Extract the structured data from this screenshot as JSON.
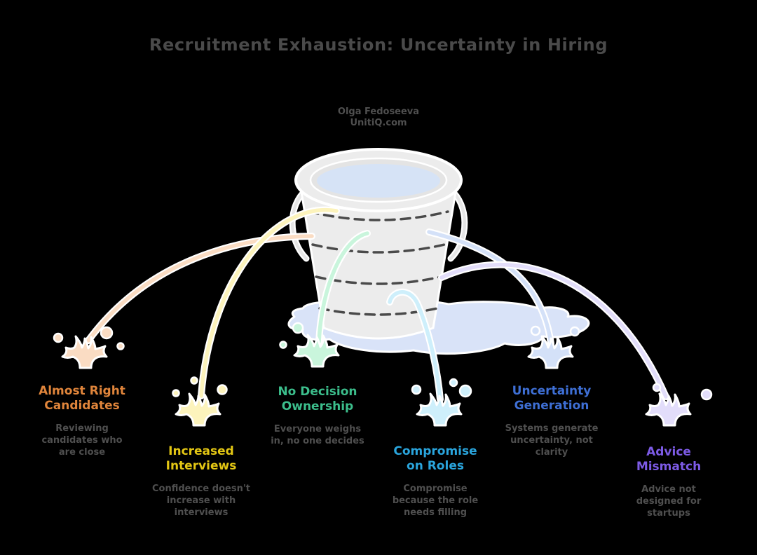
{
  "title": "Recruitment Exhaustion: Uncertainty in Hiring",
  "attribution": "Olga Fedoseeva\nUnitiQ.com",
  "colors": {
    "background": "#000000",
    "title_text": "#4A4A4A",
    "description_text": "#4F4F4F",
    "bucket_fill": "#ECECEC",
    "bucket_inner_fill": "#E4E4E4",
    "bucket_outline": "#FFFFFF",
    "water_fill": "#D6E3F6",
    "puddle_fill": "#D9E3F8",
    "dash_line": "#4A4A4A"
  },
  "leaks": [
    {
      "id": "almost-right-candidates",
      "label": "Almost Right\nCandidates",
      "description": "Reviewing\ncandidates who\nare close",
      "label_color": "#E0853B",
      "stream_color": "#FADCC3"
    },
    {
      "id": "increased-interviews",
      "label": "Increased\nInterviews",
      "description": "Confidence doesn't\nincrease with\ninterviews",
      "label_color": "#E4C714",
      "stream_color": "#FCF3BC"
    },
    {
      "id": "no-decision-ownership",
      "label": "No Decision\nOwnership",
      "description": "Everyone weighs\nin, no one decides",
      "label_color": "#3CBE8C",
      "stream_color": "#C9F5DC"
    },
    {
      "id": "compromise-on-roles",
      "label": "Compromise\non Roles",
      "description": "Compromise\nbecause the role\nneeds filling",
      "label_color": "#2AA5DD",
      "stream_color": "#CEEFFB"
    },
    {
      "id": "uncertainty-generation",
      "label": "Uncertainty\nGeneration",
      "description": "Systems generate\nuncertainty, not\nclarity",
      "label_color": "#3E6FD5",
      "stream_color": "#D4E1F8"
    },
    {
      "id": "advice-mismatch",
      "label": "Advice\nMismatch",
      "description": "Advice not\ndesigned for\nstartups",
      "label_color": "#7D5BE6",
      "stream_color": "#E2DDFA"
    }
  ]
}
